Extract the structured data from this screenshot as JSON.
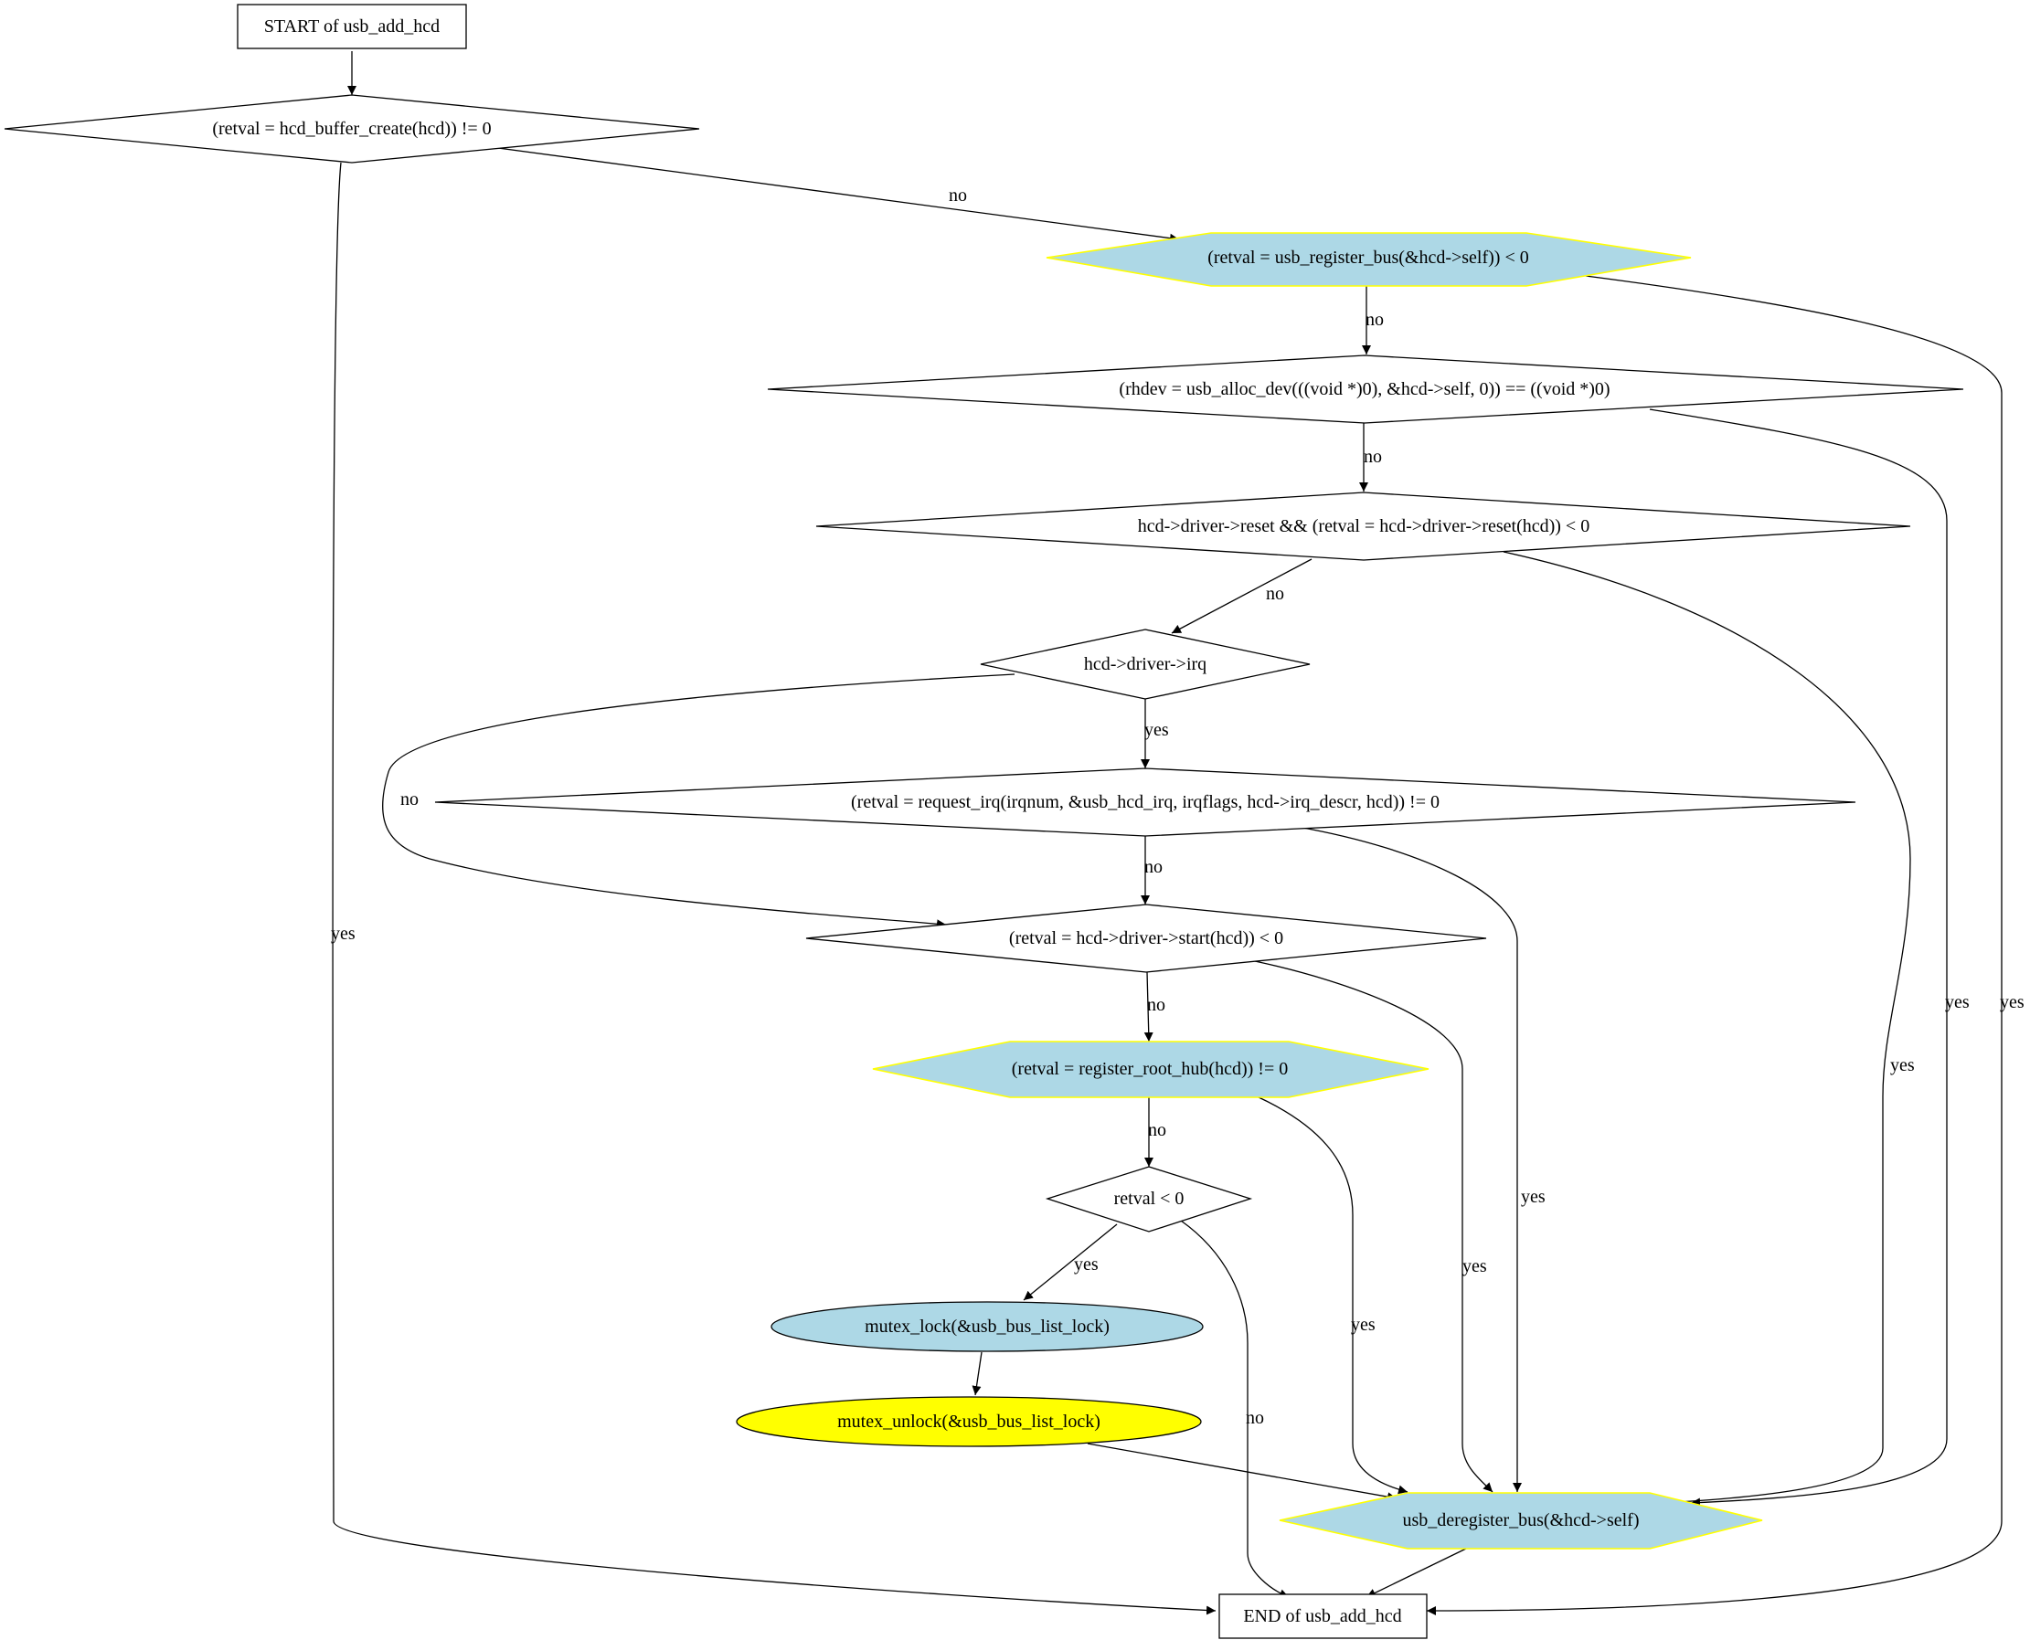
{
  "colors": {
    "stroke": "#000000",
    "lightblue": "#add8e6",
    "yellow": "#ffff00",
    "yellow_border": "#ffff00",
    "white": "#ffffff"
  },
  "nodes": {
    "start": {
      "label": "START of usb_add_hcd",
      "shape": "box"
    },
    "n1": {
      "label": "(retval = hcd_buffer_create(hcd)) != 0",
      "shape": "diamond"
    },
    "n2": {
      "label": "(retval = usb_register_bus(&hcd->self)) < 0",
      "shape": "hexagon"
    },
    "n3": {
      "label": "(rhdev = usb_alloc_dev(((void *)0), &hcd->self, 0)) == ((void *)0)",
      "shape": "diamond"
    },
    "n4": {
      "label": "hcd->driver->reset && (retval = hcd->driver->reset(hcd)) < 0",
      "shape": "diamond"
    },
    "n5": {
      "label": "hcd->driver->irq",
      "shape": "diamond"
    },
    "n6": {
      "label": "(retval = request_irq(irqnum, &usb_hcd_irq, irqflags, hcd->irq_descr, hcd)) != 0",
      "shape": "diamond"
    },
    "n7": {
      "label": "(retval = hcd->driver->start(hcd)) < 0",
      "shape": "diamond"
    },
    "n8": {
      "label": "(retval = register_root_hub(hcd)) != 0",
      "shape": "hexagon"
    },
    "n9": {
      "label": "retval < 0",
      "shape": "diamond"
    },
    "n10": {
      "label": "mutex_lock(&usb_bus_list_lock)",
      "shape": "ellipse"
    },
    "n11": {
      "label": "mutex_unlock(&usb_bus_list_lock)",
      "shape": "ellipse"
    },
    "n12": {
      "label": "usb_deregister_bus(&hcd->self)",
      "shape": "hexagon"
    },
    "end": {
      "label": "END of usb_add_hcd",
      "shape": "box"
    }
  },
  "edges": [
    {
      "from": "start",
      "to": "n1",
      "label": ""
    },
    {
      "from": "n1",
      "to": "n2",
      "label": "no"
    },
    {
      "from": "n1",
      "to": "end",
      "label": "yes"
    },
    {
      "from": "n2",
      "to": "n3",
      "label": "no"
    },
    {
      "from": "n2",
      "to": "end",
      "label": "yes"
    },
    {
      "from": "n3",
      "to": "n4",
      "label": "no"
    },
    {
      "from": "n3",
      "to": "n12",
      "label": "yes"
    },
    {
      "from": "n4",
      "to": "n5",
      "label": "no"
    },
    {
      "from": "n4",
      "to": "n12",
      "label": "yes"
    },
    {
      "from": "n5",
      "to": "n6",
      "label": "yes"
    },
    {
      "from": "n5",
      "to": "n7",
      "label": "no"
    },
    {
      "from": "n6",
      "to": "n7",
      "label": "no"
    },
    {
      "from": "n6",
      "to": "n12",
      "label": "yes"
    },
    {
      "from": "n7",
      "to": "n8",
      "label": "no"
    },
    {
      "from": "n7",
      "to": "n12",
      "label": "yes"
    },
    {
      "from": "n8",
      "to": "n9",
      "label": "no"
    },
    {
      "from": "n8",
      "to": "n12",
      "label": "yes"
    },
    {
      "from": "n9",
      "to": "n10",
      "label": "yes"
    },
    {
      "from": "n9",
      "to": "end",
      "label": "no"
    },
    {
      "from": "n10",
      "to": "n11",
      "label": ""
    },
    {
      "from": "n11",
      "to": "n12",
      "label": ""
    },
    {
      "from": "n12",
      "to": "end",
      "label": ""
    }
  ]
}
